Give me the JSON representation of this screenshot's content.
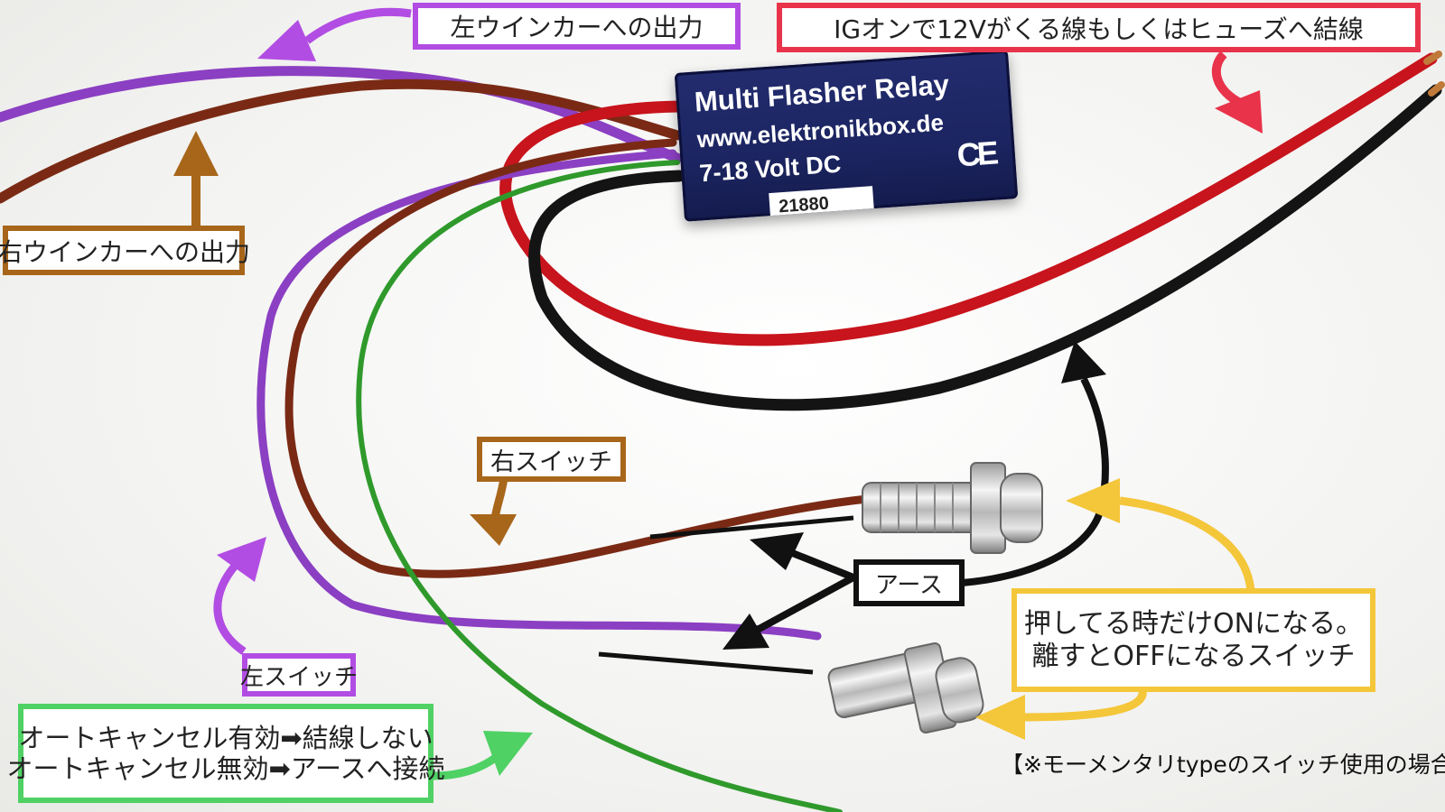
{
  "relay": {
    "title": "Multi Flasher Relay",
    "url": "www.elektronikbox.de",
    "voltage": "7-18 Volt DC",
    "ce_mark": "CE",
    "sticker": "21880"
  },
  "labels": {
    "left_blinker_output": "左ウインカーへの出力",
    "right_blinker_output": "右ウインカーへの出力",
    "ig_on_12v": "IGオンで12Vがくる線もしくはヒューズへ結線",
    "right_switch": "右スイッチ",
    "left_switch": "左スイッチ",
    "ground": "アース",
    "momentary_line1": "押してる時だけONになる。",
    "momentary_line2": "離すとOFFになるスイッチ",
    "momentary_note": "【※モーメンタリtypeのスイッチ使用の場合】",
    "auto_cancel_line1": "オートキャンセル有効➡結線しない",
    "auto_cancel_line2": "オートキャンセル無効➡アースへ接続"
  },
  "colors": {
    "purple": "#b24de3",
    "brown": "#a8661b",
    "red": "#e8334a",
    "black": "#111111",
    "yellow": "#f4c63a",
    "green": "#4fd164",
    "wire_purple": "#8b3fc2",
    "wire_brown": "#7a2a14",
    "wire_red": "#c8141c",
    "wire_black": "#141414",
    "wire_green": "#2f9a2b",
    "relay_blue": "#1f2866"
  }
}
